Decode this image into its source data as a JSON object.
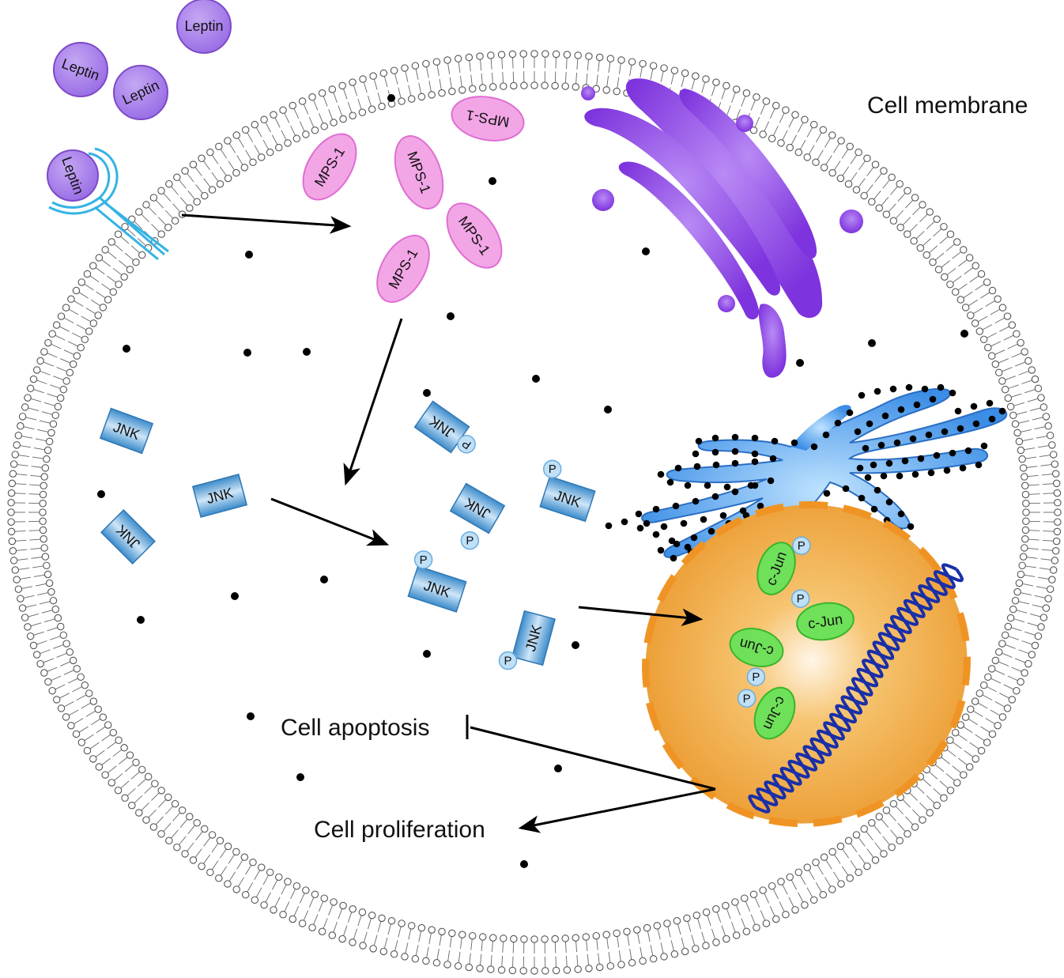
{
  "labels": {
    "membrane": "Cell membrane",
    "apoptosis": "Cell apoptosis",
    "proliferation": "Cell proliferation"
  },
  "molecules": {
    "leptin": "Leptin",
    "mps1": "MPS-1",
    "jnk": "JNK",
    "cjun": "c-Jun",
    "phospho": "P"
  },
  "colors": {
    "leptin": "#9b6fe6",
    "mps1": "#f2a6e6",
    "jnk": "#4a97cf",
    "cjun": "#6fe05a",
    "phospho": "#bfe0f7",
    "golgi": "#8a3fe0",
    "er": "#3b8de6",
    "nucleus": "#f0a640",
    "dna": "#1a2fa8",
    "membrane": "#555555"
  }
}
